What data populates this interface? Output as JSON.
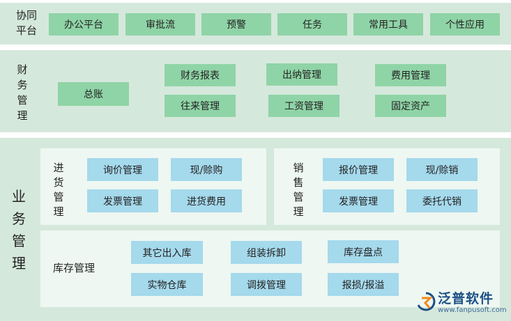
{
  "sections": {
    "collab": {
      "label": "协同平台",
      "items": [
        "办公平台",
        "审批流",
        "预警",
        "任务",
        "常用工具",
        "个性应用"
      ]
    },
    "finance": {
      "label": "财务管理",
      "items": [
        "总账",
        "财务报表",
        "往来管理",
        "出纳管理",
        "工资管理",
        "费用管理",
        "固定资产"
      ]
    },
    "business": {
      "label": "业务管理",
      "purchase": {
        "label": "进货管理",
        "items": [
          "询价管理",
          "现/赊购",
          "发票管理",
          "进货费用"
        ]
      },
      "sales": {
        "label": "销售管理",
        "items": [
          "报价管理",
          "现/赊销",
          "发票管理",
          "委托代销"
        ]
      },
      "inventory": {
        "label": "库存管理",
        "items": [
          "其它出入库",
          "组装拆卸",
          "库存盘点",
          "实物仓库",
          "调拨管理",
          "报损/报溢"
        ]
      }
    }
  },
  "logo": {
    "name": "泛普软件",
    "url": "www.fanpusoft.com"
  }
}
